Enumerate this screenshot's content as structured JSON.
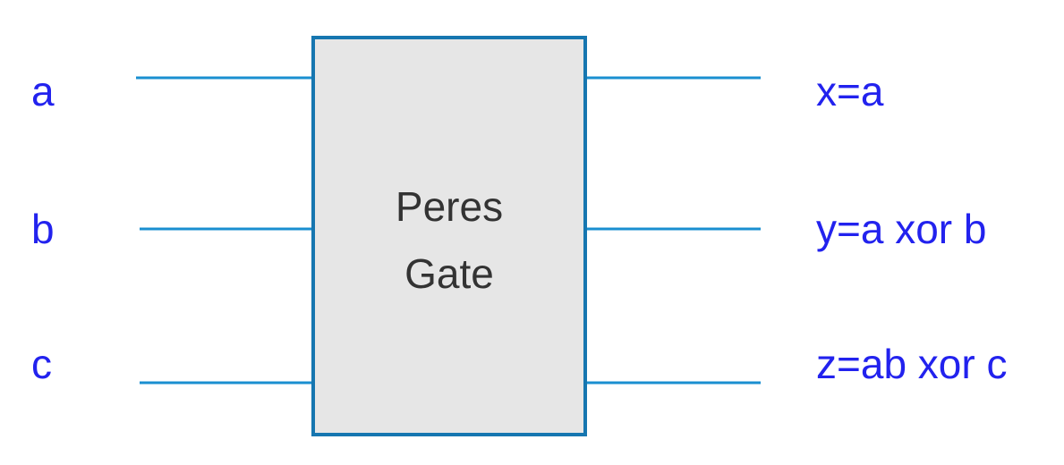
{
  "gate": {
    "title_line1": "Peres",
    "title_line2": "Gate"
  },
  "inputs": [
    "a",
    "b",
    "c"
  ],
  "outputs": [
    "x=a",
    "y=a xor b",
    "z=ab xor c"
  ],
  "colors": {
    "label": "#2222ee",
    "wire": "#1a8fd0",
    "box_border": "#1676b0",
    "box_fill": "#e6e6e6",
    "gate_text": "#333333"
  }
}
